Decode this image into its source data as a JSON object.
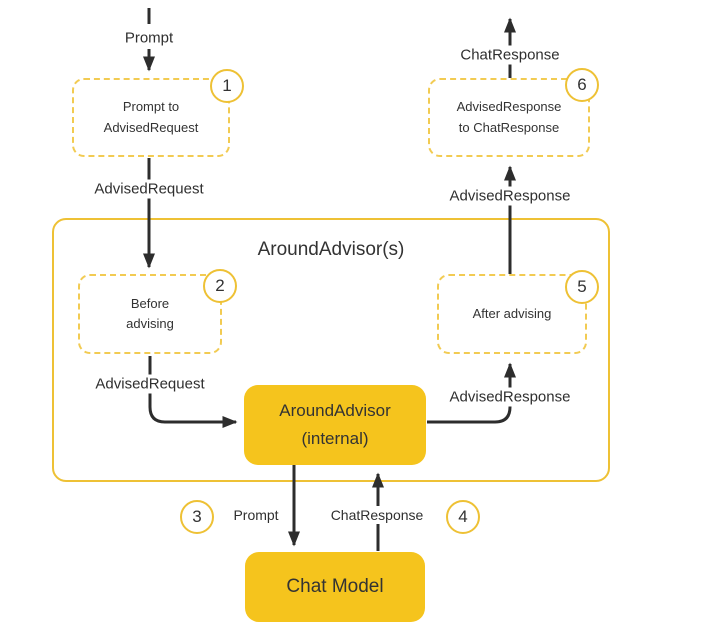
{
  "title": "AroundAdvisor(s)",
  "colors": {
    "node_fill": "#F5C41D",
    "outline_yellow": "#EEC135",
    "dashed_yellow": "#F2CB52",
    "arrow_dark": "#2D2D2D",
    "text": "#333333"
  },
  "flow_labels": {
    "prompt_in": "Prompt",
    "advised_request_in": "AdvisedRequest",
    "advised_request_inner": "AdvisedRequest",
    "advised_response_inner": "AdvisedResponse",
    "advised_response_out": "AdvisedResponse",
    "chat_response_out": "ChatResponse",
    "prompt_down": "Prompt",
    "chat_response_up": "ChatResponse"
  },
  "steps": [
    {
      "number": "1",
      "label": "Prompt to\nAdvisedRequest"
    },
    {
      "number": "2",
      "label": "Before\nadvising"
    },
    {
      "number": "3",
      "label": ""
    },
    {
      "number": "4",
      "label": ""
    },
    {
      "number": "5",
      "label": "After advising"
    },
    {
      "number": "6",
      "label": "AdvisedResponse\nto ChatResponse"
    }
  ],
  "nodes": {
    "around_advisor_internal": "AroundAdvisor\n(internal)",
    "chat_model": "Chat Model"
  }
}
